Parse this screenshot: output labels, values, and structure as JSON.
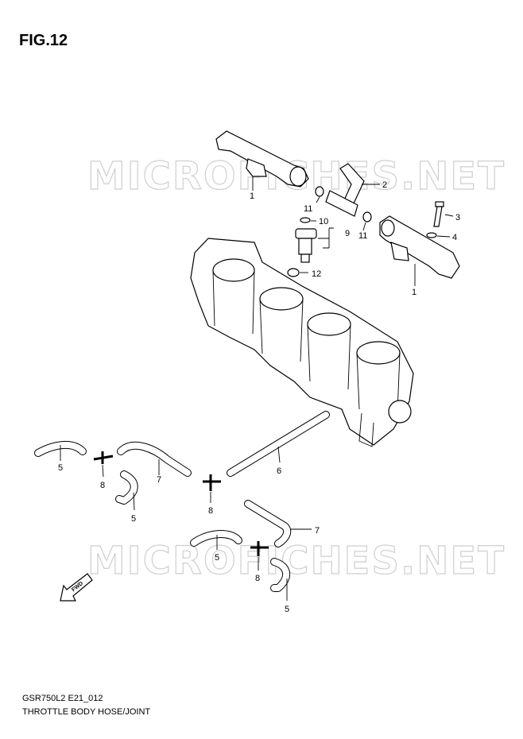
{
  "figure": {
    "title": "FIG.12"
  },
  "watermark": {
    "text": "MICROFICHES.NET"
  },
  "callouts": {
    "c1a": "1",
    "c1b": "1",
    "c2": "2",
    "c3": "3",
    "c4": "4",
    "c5a": "5",
    "c5b": "5",
    "c5c": "5",
    "c5d": "5",
    "c6": "6",
    "c7a": "7",
    "c7b": "7",
    "c8a": "8",
    "c8b": "8",
    "c8c": "8",
    "c9": "9",
    "c10": "10",
    "c11a": "11",
    "c11b": "11",
    "c12": "12"
  },
  "fwd_label": "FWD",
  "footer": {
    "code": "GSR750L2 E21_012",
    "name": "THROTTLE BODY HOSE/JOINT"
  }
}
